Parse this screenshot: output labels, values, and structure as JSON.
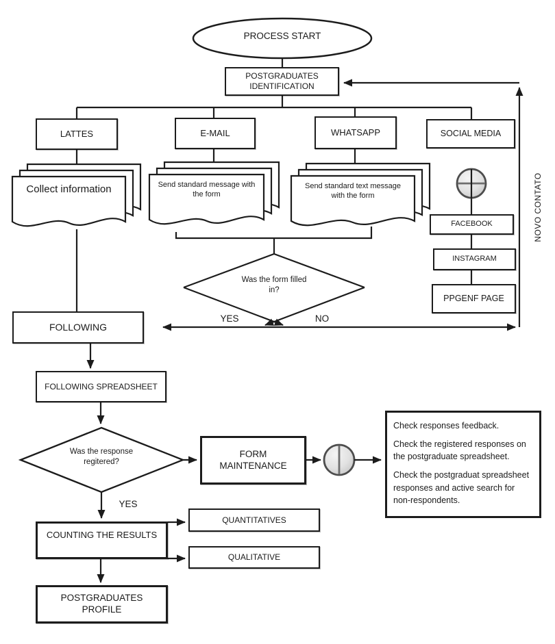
{
  "diagram": {
    "nodes": {
      "start": "PROCESS START",
      "identification": "POSTGRADUATES IDENTIFICATION",
      "lattes": "LATTES",
      "email": "E-MAIL",
      "whatsapp": "WHATSAPP",
      "social_media": "SOCIAL MEDIA",
      "collect_info": "Collect information",
      "email_doc": "Send standard message with the form",
      "whatsapp_doc": "Send standard text message with the form",
      "facebook": "FACEBOOK",
      "instagram": "INSTAGRAM",
      "ppgenf_page": "PPGENF PAGE",
      "decision_form": "Was the form filled in?",
      "following": "FOLLOWING",
      "following_spreadsheet": "FOLLOWING SPREADSHEET",
      "decision_response": "Was the response regitered?",
      "form_maintenance": "FORM MAINTENANCE",
      "counting_results": "COUNTING THE RESULTS",
      "quantitatives": "QUANTITATIVES",
      "qualitative": "QUALITATIVE",
      "postgraduates_profile": "POSTGRADUATES PROFILE"
    },
    "notes": {
      "line1": "Check responses feedback.",
      "line2": "Check the registered responses on the postgraduate spreadsheet.",
      "line3": "Check the postgraduat spreadsheet responses and active search for non-respondents."
    },
    "edge_labels": {
      "yes_form": "YES",
      "no_form": "NO",
      "yes_response": "YES",
      "novo_contato": "NOVO CONTATO"
    },
    "icons": {
      "connector1": "plus-connector-icon",
      "connector2": "plus-connector-icon"
    },
    "colors": {
      "stroke": "#1c1c1c",
      "connector_fill_light": "#efefef",
      "connector_fill_dark": "#cfcfcf",
      "connector_stroke": "#4d4d4d"
    }
  }
}
